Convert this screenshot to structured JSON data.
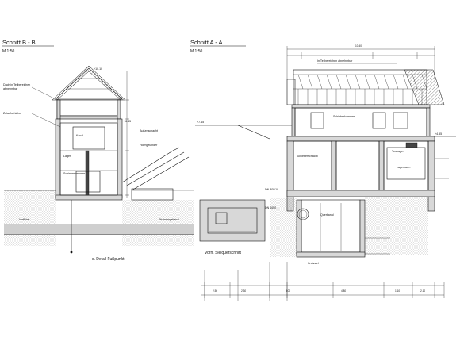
{
  "section_bb": {
    "title": "Schnitt  B - B",
    "scale": "M 1:50",
    "labels": {
      "dach": "Dach in Teilbereichen",
      "dach2": "abnehmbar",
      "kanal": "Kanal",
      "lager": "Lager",
      "schieber": "Schieberkammer",
      "vorfluter": "Vorfluter",
      "stromung": "Strömungskanal",
      "bemerk": "s. Detail Fußpunkt",
      "aussen": "Außenschacht",
      "rampe": "Holmgeländer",
      "zul": "Zulaufschieber",
      "kote_top": "+10.10",
      "kote_mid": "+6.45"
    }
  },
  "section_aa": {
    "title": "Schnitt  A - A",
    "scale": "M 1:50",
    "labels": {
      "dach": "In Teilbereichen abnehmbar",
      "schieber": "Schieberkammer",
      "schacht": "Schieberschacht",
      "lager": "Lagerraum",
      "tore": "Torwagen",
      "quer": "Vorh. Sielquerschnitt",
      "kreis": "Kreissiel",
      "quer2": "Querkanal",
      "dn": "DN 800/10",
      "dn2": "DN 1000",
      "kote_l": "+7.45",
      "kote_r": "+4.55",
      "dim_top": "10.40",
      "dim_b1": "2.50",
      "dim_b2": "2.30",
      "dim_b3": "3.00",
      "dim_b4": "4.80",
      "dim_b5": "1.10",
      "dim_b6": "2.10"
    }
  }
}
